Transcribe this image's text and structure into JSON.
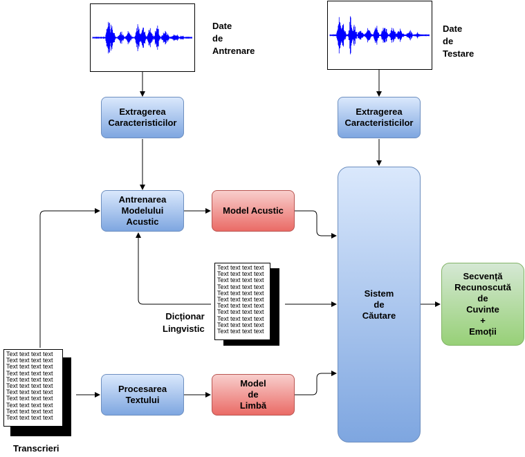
{
  "labels": {
    "train_data": "Date\nde\nAntrenare",
    "test_data": "Date\nde\nTestare",
    "dictionary": "Dicționar\nLingvistic",
    "transcripts": "Transcrieri"
  },
  "boxes": {
    "feature_extraction_train": "Extragerea\nCaracteristicilor",
    "feature_extraction_test": "Extragerea\nCaracteristicilor",
    "acoustic_training": "Antrenarea\nModelului\nAcustic",
    "acoustic_model": "Model Acustic",
    "text_processing": "Procesarea\nTextului",
    "language_model": "Model\nde\nLimbă",
    "search_system": "Sistem\nde\nCăutare",
    "output": "Secvență\nRecunoscută\nde\nCuvinte\n+\nEmoții"
  },
  "documents": {
    "placeholder_line": "Text text text text"
  },
  "colors": {
    "blue_box": "#7ea6e0",
    "red_box": "#ea6b66",
    "green_box": "#97d077",
    "waveform": "#0000ff"
  }
}
